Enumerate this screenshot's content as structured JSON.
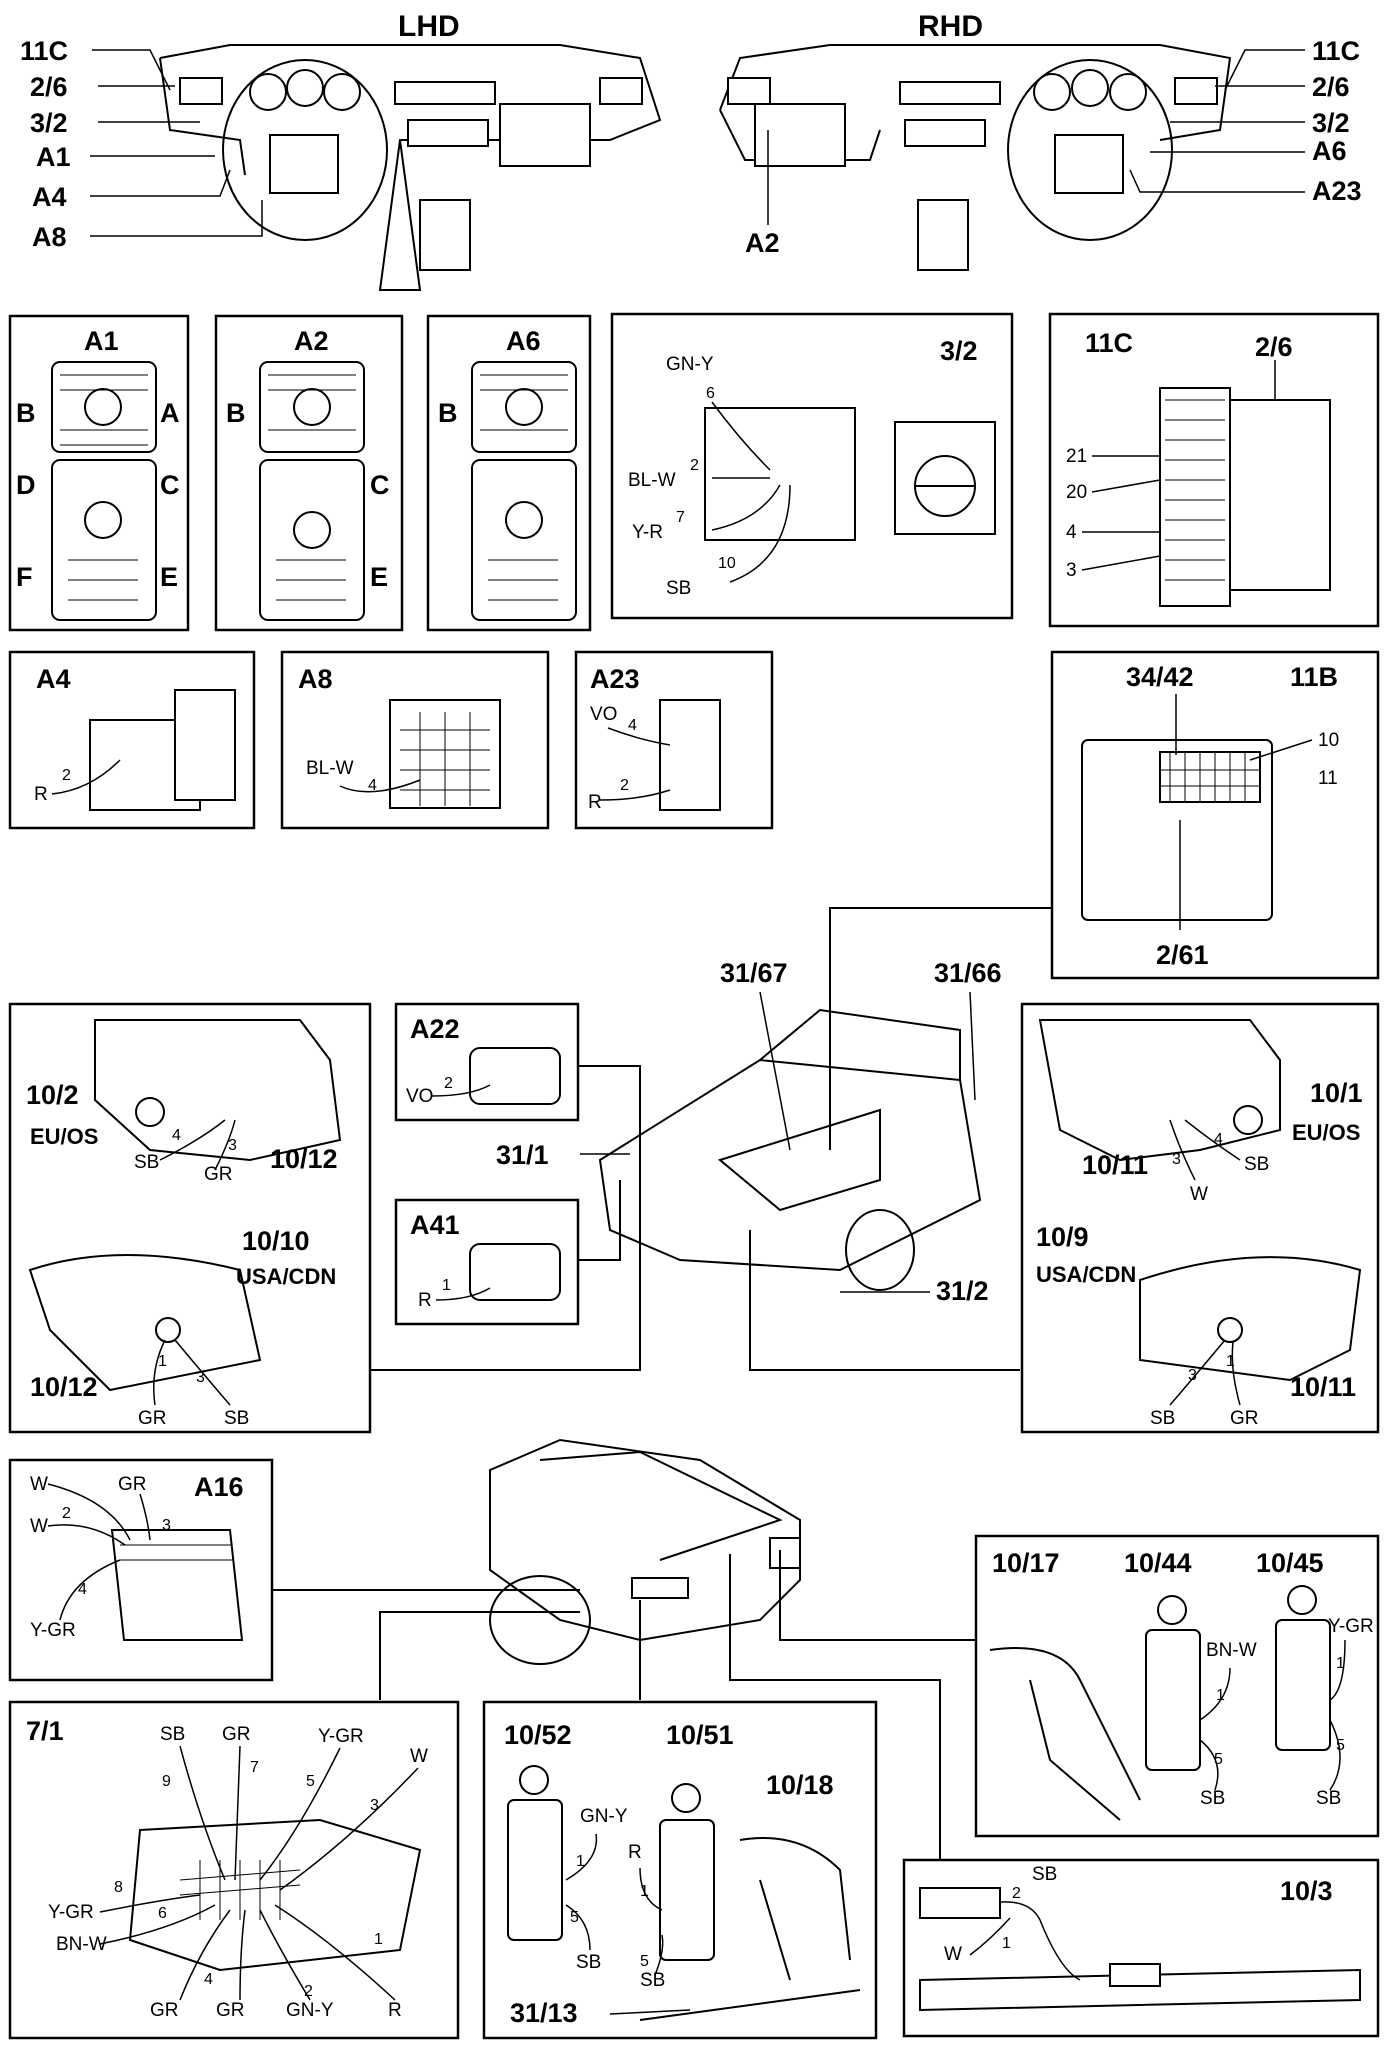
{
  "top": {
    "lhd": {
      "title": "LHD",
      "labels": [
        "11C",
        "2/6",
        "3/2",
        "A1",
        "A4",
        "A8"
      ]
    },
    "rhd": {
      "title": "RHD",
      "labels": [
        "11C",
        "2/6",
        "3/2",
        "A6",
        "A23"
      ],
      "a2": "A2"
    }
  },
  "boxes": {
    "a1": {
      "title": "A1",
      "letters": [
        "B",
        "A",
        "D",
        "C",
        "F",
        "E"
      ]
    },
    "a2": {
      "title": "A2",
      "letters": [
        "B",
        "C",
        "E"
      ]
    },
    "a6": {
      "title": "A6",
      "letters": [
        "B"
      ]
    },
    "s32": {
      "title": "3/2",
      "wires": [
        "GN-Y",
        "6",
        "BL-W",
        "2",
        "7",
        "Y-R",
        "10",
        "SB"
      ]
    },
    "c11": {
      "title": "11C",
      "title2": "2/6",
      "pins": [
        "21",
        "20",
        "4",
        "3"
      ]
    },
    "a4": {
      "title": "A4",
      "pin": "2",
      "wire": "R"
    },
    "a8": {
      "title": "A8",
      "wire": "BL-W",
      "pin": "4"
    },
    "a23": {
      "title": "A23",
      "wire1": "VO",
      "pin1": "4",
      "pin2": "2",
      "wire2": "R"
    },
    "b11": {
      "title": "34/42",
      "title2": "11B",
      "pin1": "10",
      "pin2": "11",
      "bottom": "2/61"
    }
  },
  "front": {
    "labels": [
      "31/67",
      "31/66",
      "31/1",
      "31/2"
    ],
    "a22": {
      "title": "A22",
      "wire": "VO",
      "pin": "2"
    },
    "a41": {
      "title": "A41",
      "wire": "R",
      "pin": "1"
    },
    "left": {
      "c1": "10/2",
      "region1": "EU/OS",
      "c2": "10/12",
      "pin4": "4",
      "pin3": "3",
      "wSB": "SB",
      "wGR": "GR",
      "c3": "10/10",
      "region2": "USA/CDN",
      "c4": "10/12",
      "p1": "1",
      "p3": "3",
      "wGR2": "GR",
      "wSB2": "SB"
    },
    "right": {
      "c1": "10/1",
      "region1": "EU/OS",
      "c2": "10/11",
      "pin3": "3",
      "pin4": "4",
      "wW": "W",
      "wSB": "SB",
      "c3": "10/9",
      "region2": "USA/CDN",
      "c4": "10/11",
      "p3": "3",
      "p1": "1",
      "wSB2": "SB",
      "wGR2": "GR"
    }
  },
  "rear": {
    "a16": {
      "title": "A16",
      "w1": "W",
      "w2": "GR",
      "w3": "W",
      "p2": "2",
      "p3": "3",
      "p4": "4",
      "w4": "Y-GR"
    },
    "r17": {
      "t1": "10/17",
      "t2": "10/44",
      "t3": "10/45",
      "w1": "BN-W",
      "p1": "1",
      "p5": "5",
      "w2": "SB",
      "w3": "Y-GR",
      "p1b": "1",
      "p5b": "5",
      "w4": "SB"
    },
    "m71": {
      "title": "7/1",
      "wires": [
        "SB",
        "GR",
        "Y-GR",
        "W",
        "9",
        "7",
        "5",
        "3",
        "8",
        "Y-GR",
        "6",
        "BN-W",
        "4",
        "GR",
        "GR",
        "2",
        "GN-Y",
        "1",
        "R"
      ]
    },
    "m52": {
      "t1": "10/52",
      "t2": "10/51",
      "t3": "10/18",
      "w1": "GN-Y",
      "p1": "1",
      "p5": "5",
      "w2": "SB",
      "w3": "R",
      "p1b": "1",
      "p5b": "5",
      "w4": "SB",
      "bottom": "31/13"
    },
    "m103": {
      "title": "10/3",
      "w1": "SB",
      "p2": "2",
      "w2": "W",
      "p1": "1"
    }
  }
}
